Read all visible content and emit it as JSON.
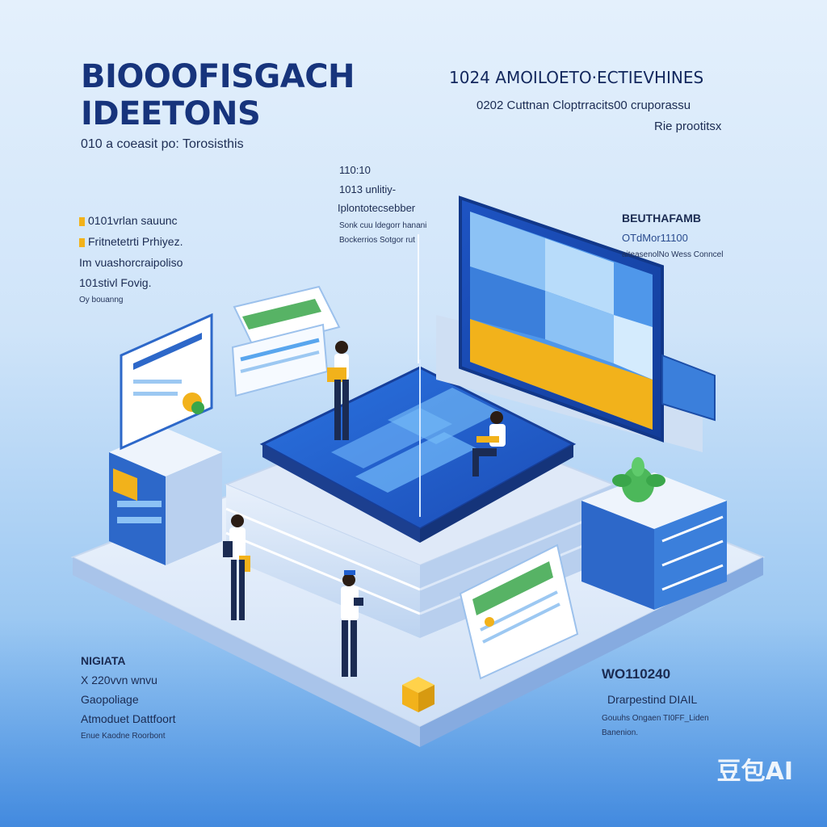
{
  "title": {
    "line1": "BIOOOFISGACH",
    "line2": "IDEETONS",
    "subtitle": "010 a coeasit po: Torosisthis"
  },
  "top_right": {
    "heading": "1024 AMOILOETO·ECTIEVHINES",
    "line1": "0202 Cuttnan Cloptrracits00 cruporassu",
    "line2": "Rie prootitsx"
  },
  "center_top": {
    "line1": "110:10",
    "line2": "1013 unlitiy-",
    "line3": "Iplontotecsebber",
    "line4": "Sonk cuu ldegorr hanani",
    "line5": "Bockerrios Sotgor rut"
  },
  "left_mid": {
    "line1": "0101vrlan sauunc",
    "line2": "Fritnetetrti Prhiyez.",
    "line3": "Im vuashorcraipoliso",
    "line4": "101stivl Fovig.",
    "line5": "Oy bouanng"
  },
  "right_mid": {
    "heading": "BEUTHAFAMB",
    "line1": "OTdMor11100",
    "line2": "aiteasenolNo Wess Conncel"
  },
  "bottom_left": {
    "heading": "NIGIATA",
    "line1": "X 220vvn wnvu",
    "line2": "Gaopoliage",
    "line3": "Atmoduet Dattfoort",
    "line4": "Enue Kaodne Roorbont"
  },
  "bottom_right": {
    "heading": "WO110240",
    "line1": "Drarpestind DIAIL",
    "line2": "Gouuhs Ongaen TI0FF_Liden",
    "line3": "Banenion."
  },
  "watermark": "豆包AI",
  "colors": {
    "accent_blue": "#1f5fcf",
    "dark_blue": "#17347c",
    "yellow": "#f2b21b",
    "green": "#3aa64a",
    "panel": "#eaf2fc"
  },
  "icons": [
    "plant-icon",
    "cube-icon",
    "document-icon",
    "chart-icon",
    "person-figure"
  ]
}
